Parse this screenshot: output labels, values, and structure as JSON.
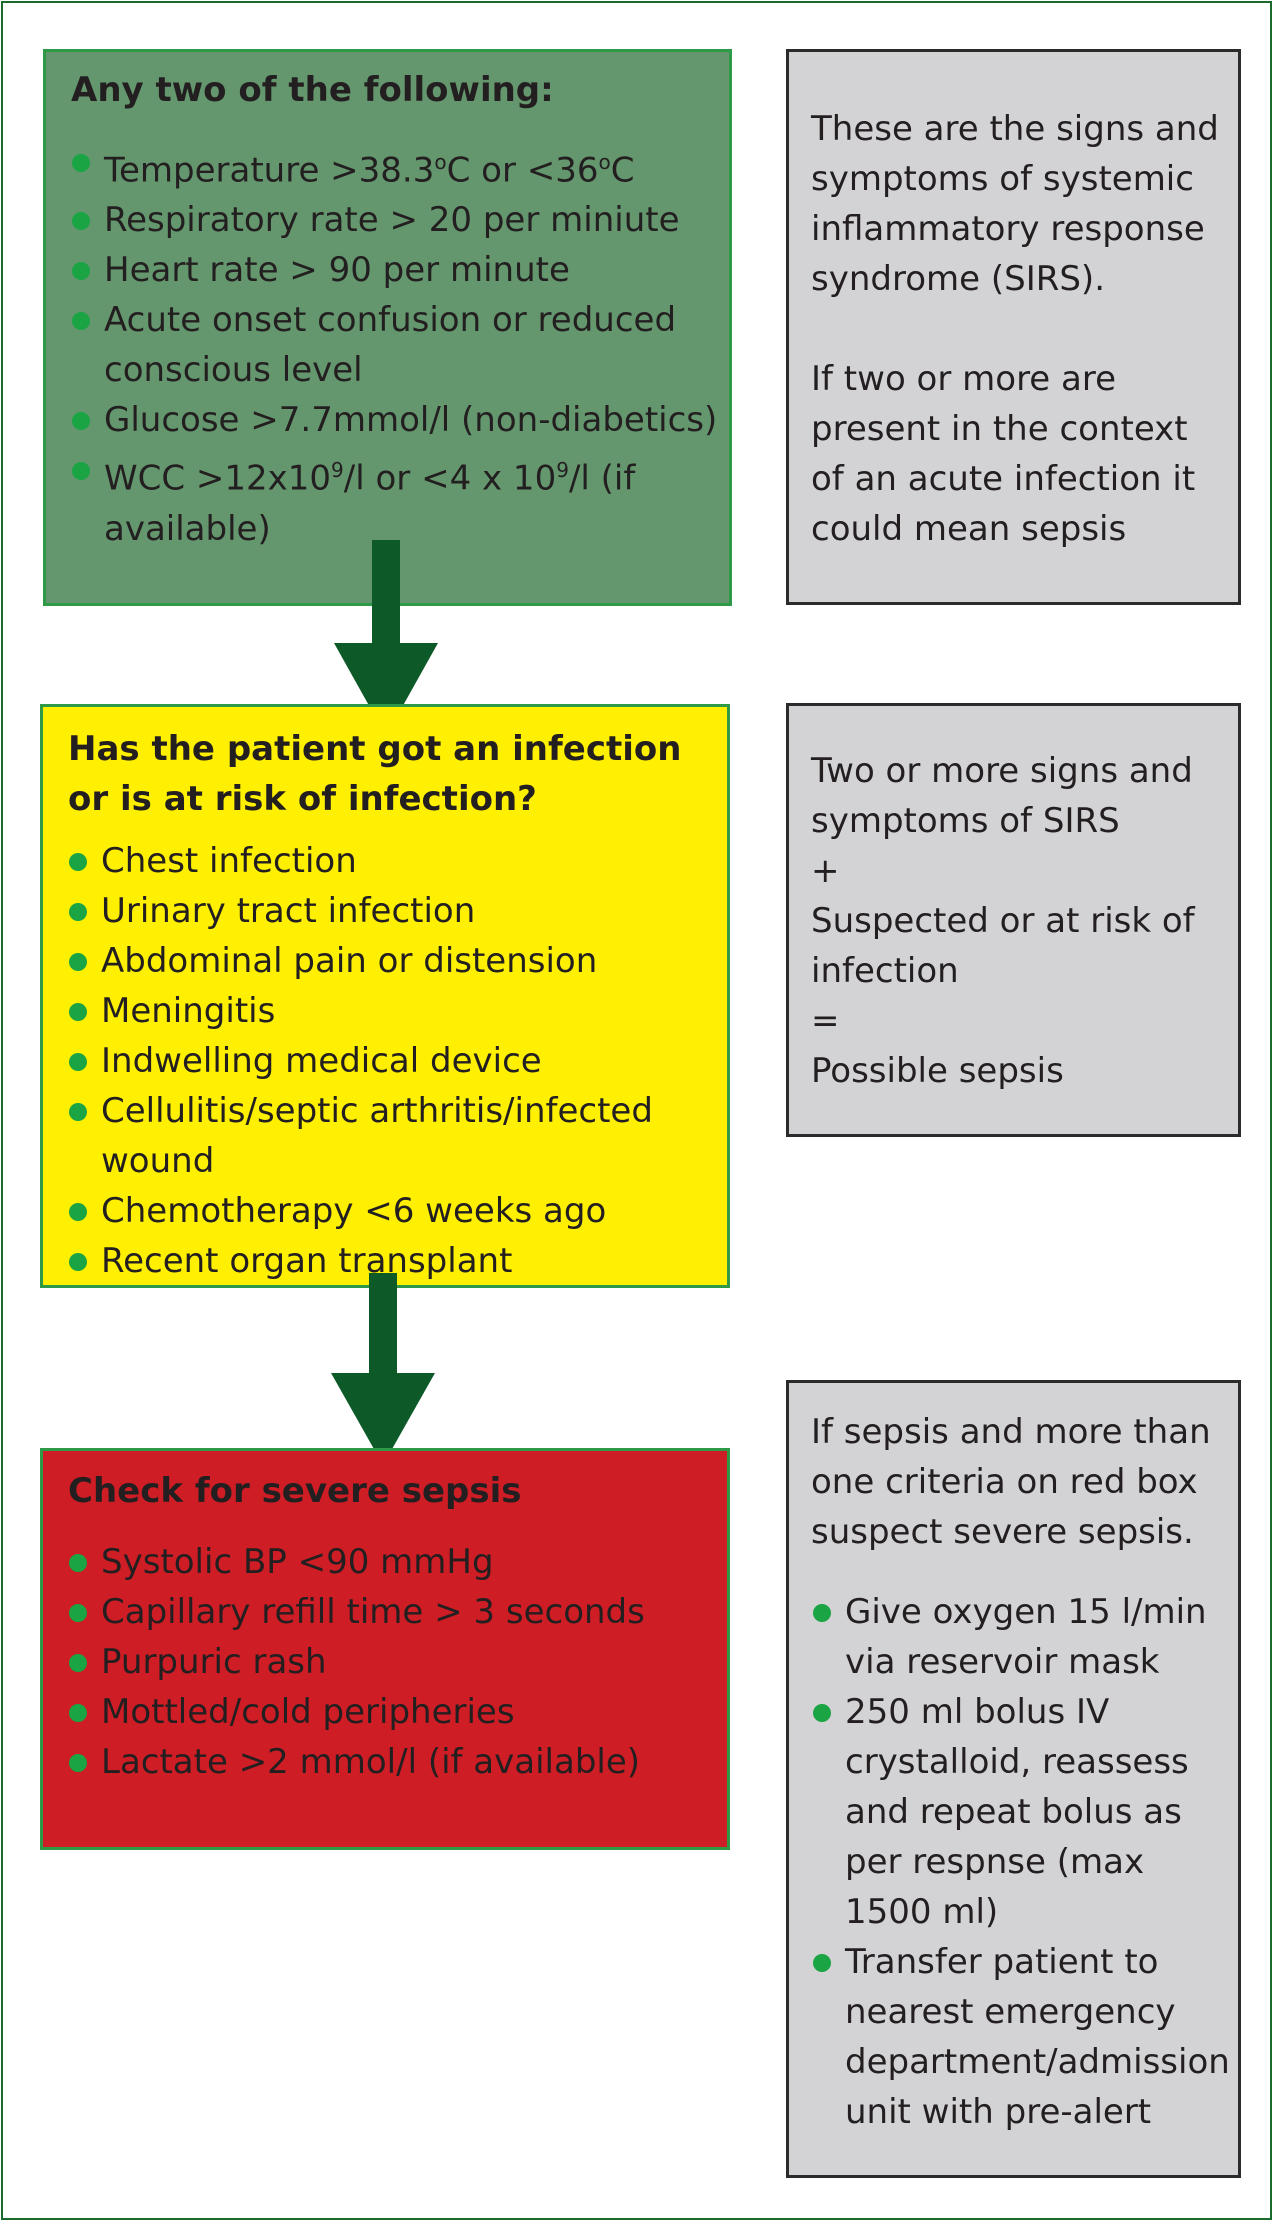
{
  "box1": {
    "heading": "Any two of the following:",
    "items": [
      [
        "Temperature >38.3",
        "o",
        "C or <36",
        "o",
        "C"
      ],
      "Respiratory rate > 20 per miniute",
      "Heart rate > 90 per minute",
      "Acute onset confusion or reduced conscious level",
      "Glucose >7.7mmol/l (non-diabetics)",
      [
        "WCC >12x10",
        "9",
        "/l or <4 x 10",
        "9",
        "/l (if available)"
      ]
    ]
  },
  "note1": {
    "para1": "These are the signs and symptoms of systemic inflammatory response syndrome (SIRS).",
    "para2": "If two or more are present in the context of an acute infection it could mean sepsis"
  },
  "box2": {
    "heading": "Has the patient got an infection or is at risk of infection?",
    "items": [
      "Chest infection",
      "Urinary tract infection",
      "Abdominal pain or distension",
      "Meningitis",
      "Indwelling medical device",
      "Cellulitis/septic arthritis/infected wound",
      "Chemotherapy <6 weeks ago",
      "Recent organ transplant"
    ]
  },
  "note2": {
    "lines": [
      "Two or more signs and symptoms of SIRS",
      "+",
      "Suspected or at risk of infection",
      "=",
      "Possible sepsis"
    ]
  },
  "box3": {
    "heading": "Check for severe sepsis",
    "items": [
      "Systolic BP <90 mmHg",
      "Capillary refill time > 3 seconds",
      "Purpuric rash",
      "Mottled/cold peripheries",
      "Lactate >2 mmol/l (if available)"
    ]
  },
  "note3": {
    "intro": "If sepsis and more than one criteria on red box suspect severe sepsis.",
    "items": [
      "Give oxygen 15 l/min via reservoir mask",
      "250 ml bolus IV crystalloid, reassess and repeat bolus as per respnse (max 1500 ml)",
      "Transfer patient to nearest emergency department/admission unit with pre-alert"
    ]
  },
  "colors": {
    "green_box": "#64976e",
    "yellow_box": "#fef000",
    "red_box": "#ce1d25",
    "grey_box": "#d3d3d5",
    "arrow": "#0d5a28",
    "bullet": "#1aa443"
  }
}
